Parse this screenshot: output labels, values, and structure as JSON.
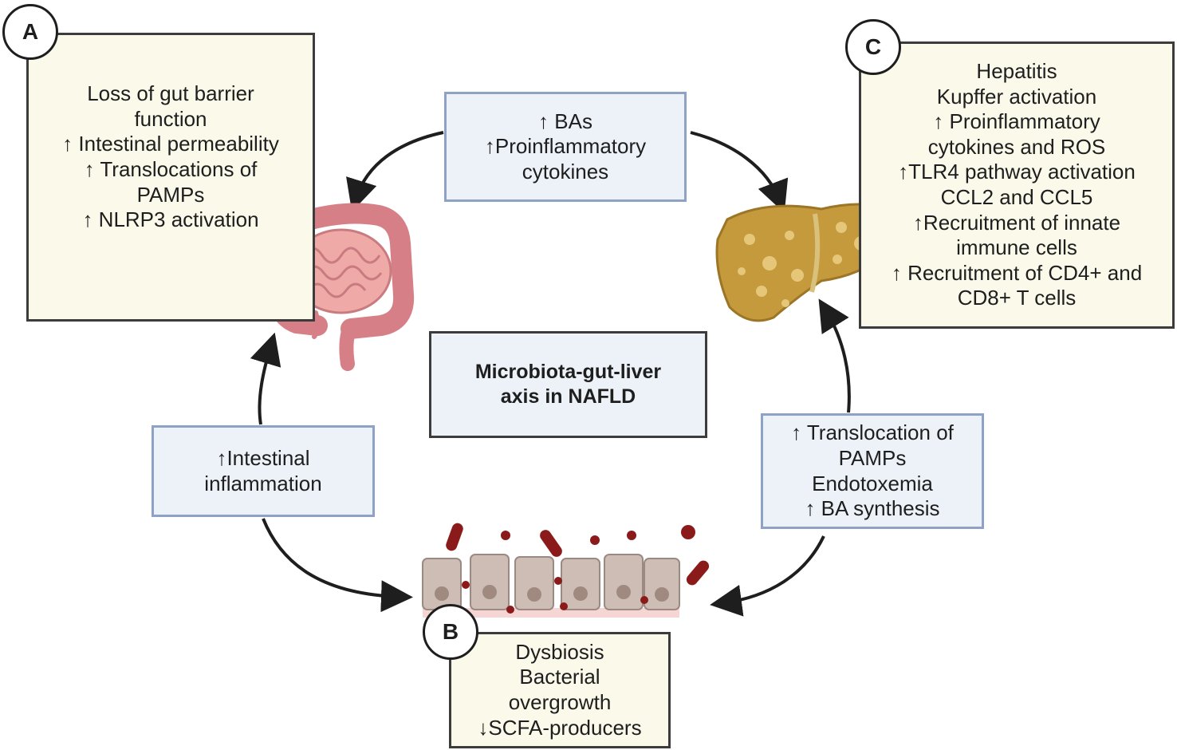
{
  "panels": {
    "a": {
      "badge": "A",
      "lines": [
        "Loss of gut barrier",
        "function",
        "↑ Intestinal permeability",
        "↑ Translocations of",
        "PAMPs",
        "↑ NLRP3 activation"
      ]
    },
    "b": {
      "badge": "B",
      "lines": [
        "Dysbiosis",
        "Bacterial",
        "overgrowth",
        "↓SCFA-producers"
      ]
    },
    "c": {
      "badge": "C",
      "lines": [
        "Hepatitis",
        "Kupffer activation",
        "↑ Proinflammatory",
        "cytokines and ROS",
        "↑TLR4 pathway activation",
        "CCL2 and CCL5",
        "↑Recruitment of innate",
        "immune cells",
        "↑ Recruitment of CD4+ and",
        "CD8+ T cells"
      ]
    }
  },
  "arrows": {
    "top": [
      "↑ BAs",
      "↑Proinflammatory",
      "cytokines"
    ],
    "left": [
      "↑Intestinal",
      "inflammation"
    ],
    "right": [
      "↑ Translocation of",
      "PAMPs",
      "Endotoxemia",
      "↑ BA synthesis"
    ]
  },
  "center": [
    "Microbiota-gut-liver",
    "axis in NAFLD"
  ],
  "colors": {
    "panel_fill": "#fbf9ea",
    "arrow_box_fill": "#edf2f9",
    "arrow_box_border": "#8ea2c6",
    "bacteria": "#8b1a1a",
    "liver": "#c49a3c",
    "intestine": "#e49a9a"
  }
}
